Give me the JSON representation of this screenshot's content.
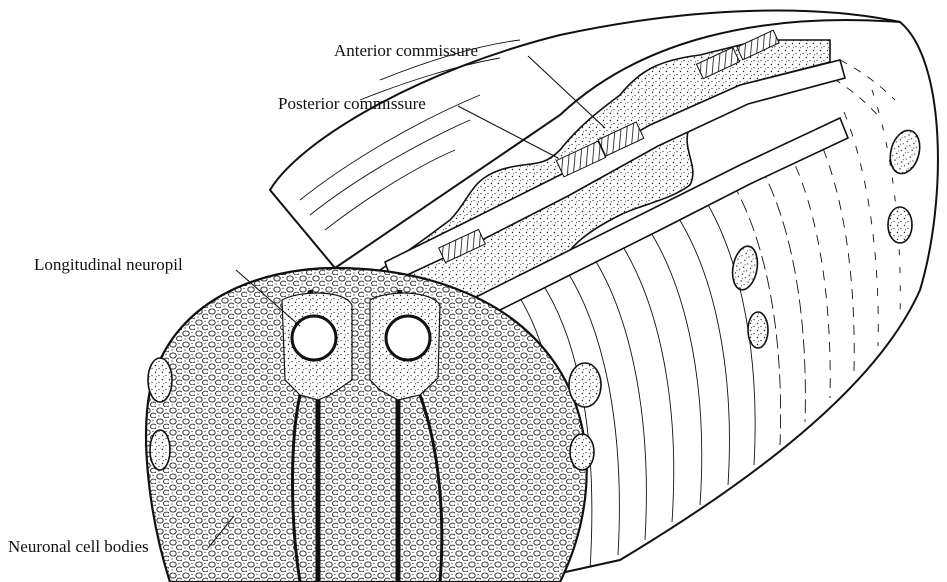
{
  "labels": {
    "anterior_commissure": "Anterior commissure",
    "posterior_commissure": "Posterior commissure",
    "longitudinal_neuropil": "Longitudinal neuropil",
    "neuronal_cell_bodies": "Neuronal cell bodies"
  },
  "colors": {
    "line": "#111111",
    "background": "#ffffff",
    "stipple": "#222222"
  }
}
